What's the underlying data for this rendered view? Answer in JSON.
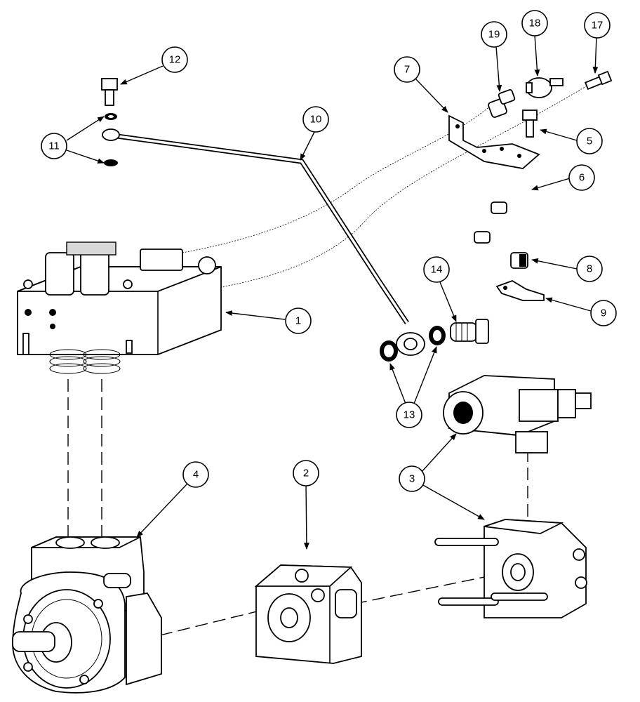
{
  "callouts": [
    {
      "id": "1",
      "label": "1"
    },
    {
      "id": "2",
      "label": "2"
    },
    {
      "id": "3",
      "label": "3"
    },
    {
      "id": "4",
      "label": "4"
    },
    {
      "id": "5",
      "label": "5"
    },
    {
      "id": "6",
      "label": "6"
    },
    {
      "id": "7",
      "label": "7"
    },
    {
      "id": "8",
      "label": "8"
    },
    {
      "id": "9",
      "label": "9"
    },
    {
      "id": "10",
      "label": "10"
    },
    {
      "id": "11",
      "label": "11"
    },
    {
      "id": "12",
      "label": "12"
    },
    {
      "id": "13",
      "label": "13"
    },
    {
      "id": "14",
      "label": "14"
    },
    {
      "id": "17",
      "label": "17"
    },
    {
      "id": "18",
      "label": "18"
    },
    {
      "id": "19",
      "label": "19"
    }
  ]
}
